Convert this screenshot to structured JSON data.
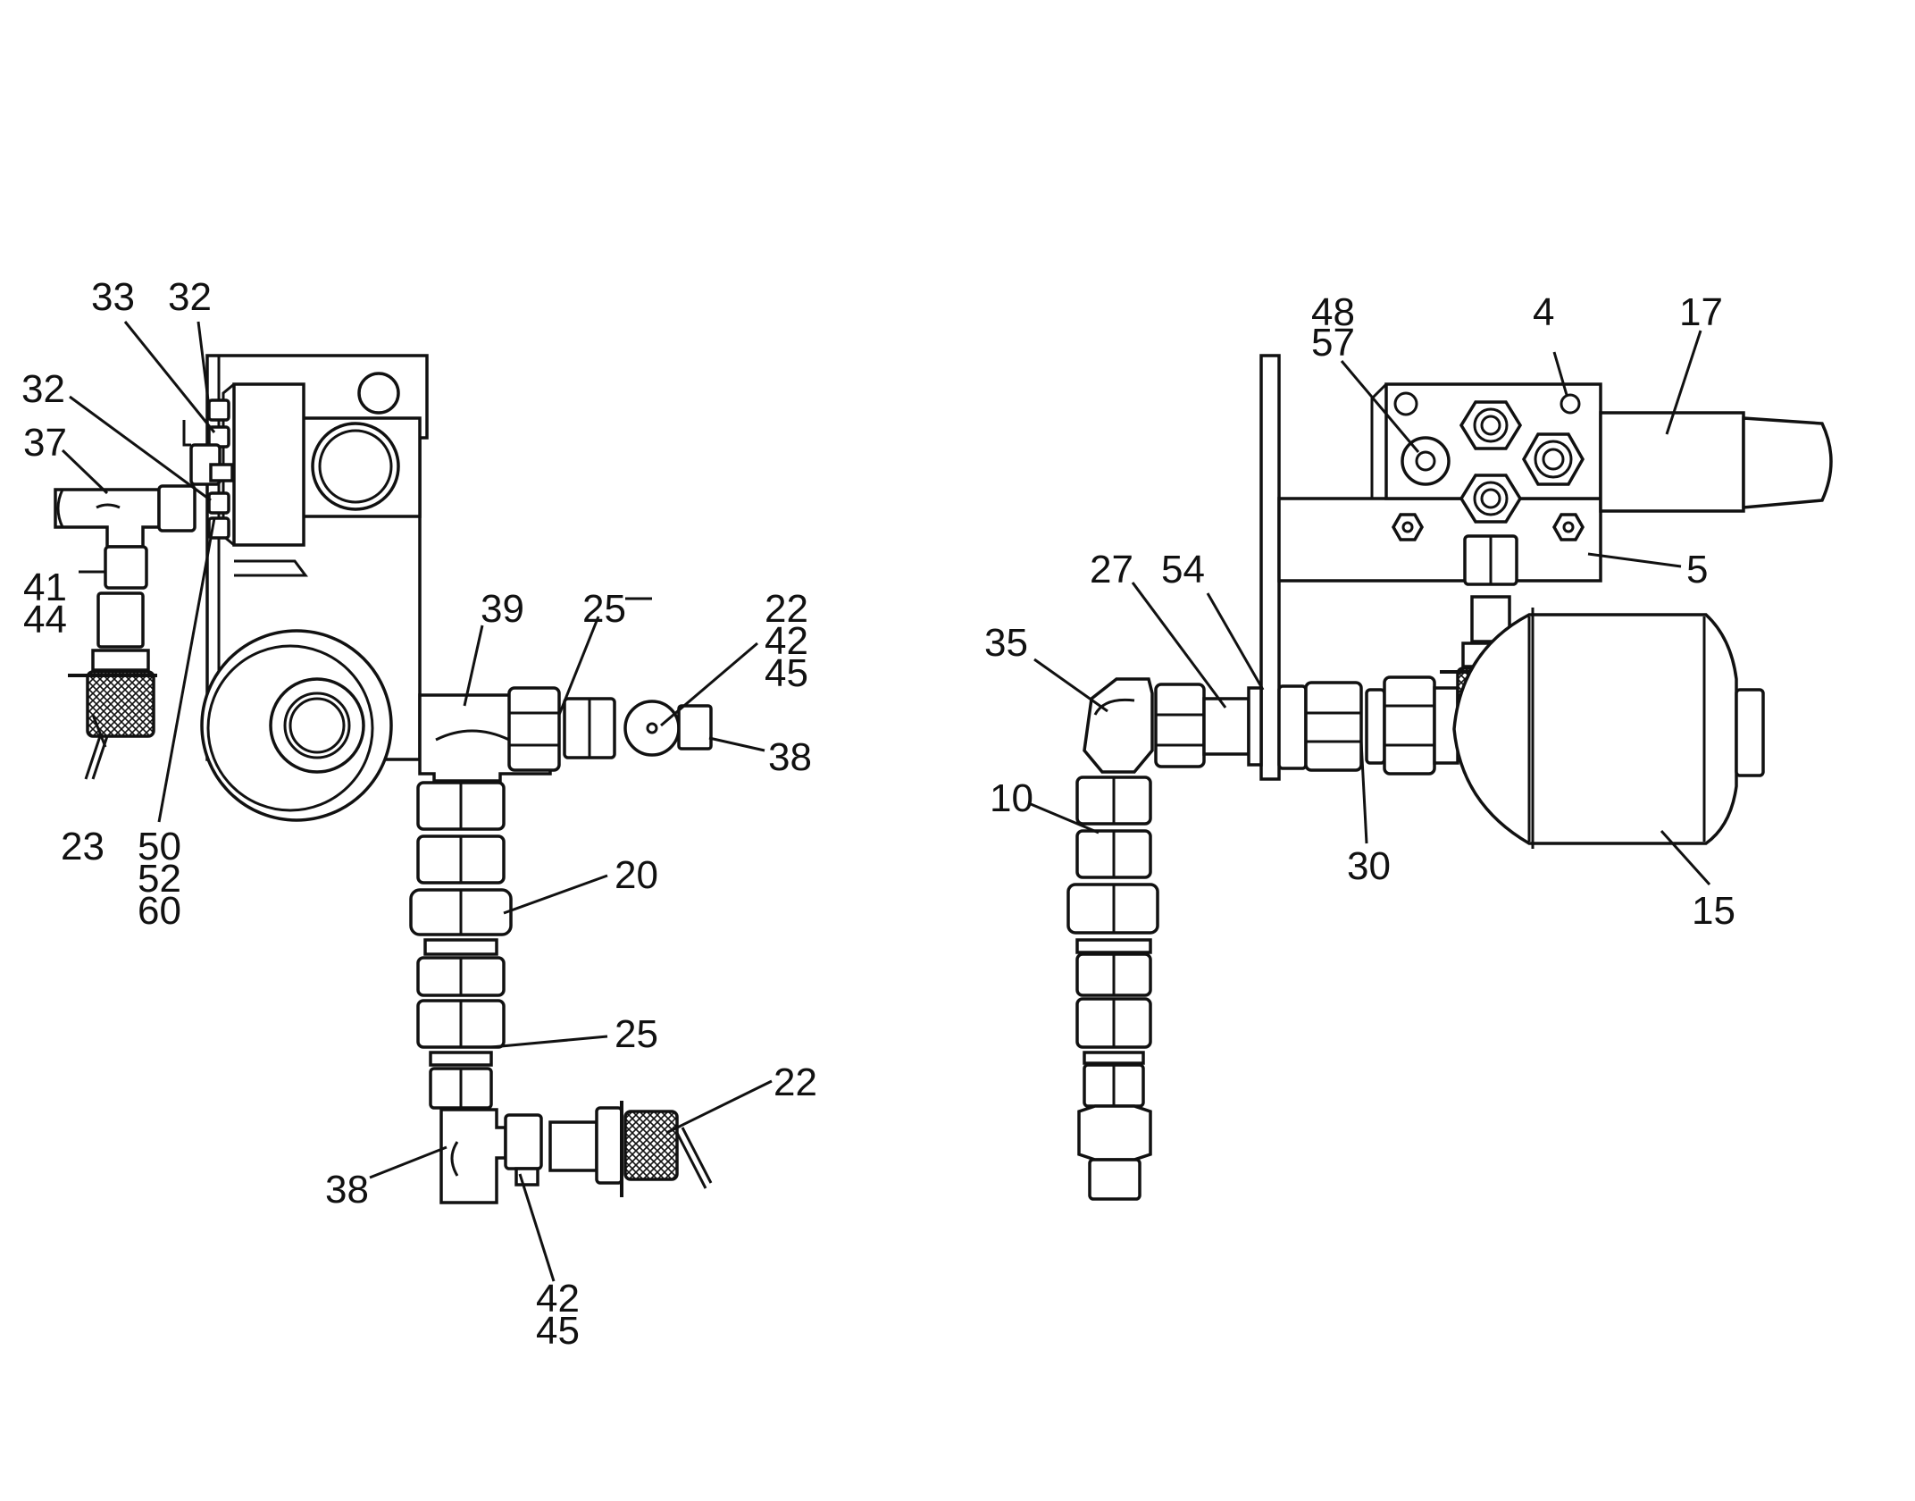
{
  "diagram": {
    "callouts_left": [
      "33",
      "32",
      "32",
      "37",
      "41",
      "44",
      "23",
      "50",
      "52",
      "60",
      "39",
      "25",
      "22",
      "42",
      "45",
      "38",
      "20",
      "25",
      "22",
      "38",
      "42",
      "45"
    ],
    "callouts_right": [
      "48",
      "57",
      "4",
      "17",
      "27",
      "54",
      "5",
      "35",
      "10",
      "30",
      "15"
    ]
  }
}
